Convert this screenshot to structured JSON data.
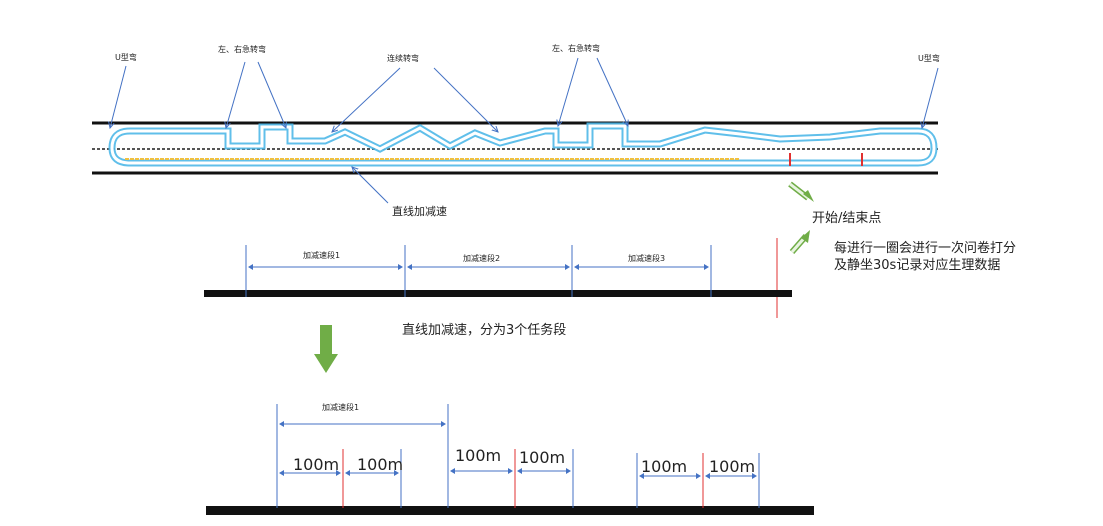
{
  "track": {
    "u_turn_left": "U型弯",
    "sharp_turns_1": "左、右急转弯",
    "continuous_turns": "连续转弯",
    "sharp_turns_2": "左、右急转弯",
    "u_turn_right": "U型弯",
    "straight_accel": "直线加减速"
  },
  "start_end": {
    "label": "开始/结束点",
    "note_line1": "每进行一圈会进行一次问卷打分",
    "note_line2": "及静坐30s记录对应生理数据"
  },
  "segments": {
    "seg1": "加减速段1",
    "seg2": "加减速段2",
    "seg3": "加减速段3"
  },
  "caption": "直线加减速，分为3个任务段",
  "detail": {
    "seg1": "加减速段1",
    "distances": [
      "100m",
      "100m",
      "100m",
      "100m",
      "100m",
      "100m"
    ]
  },
  "colors": {
    "road": "#111111",
    "lane": "#4fb8e8",
    "arrow": "#4472c4",
    "marker_red": "#e03030",
    "green_arrow": "#70ad47",
    "yellow_line": "#f0c040"
  }
}
